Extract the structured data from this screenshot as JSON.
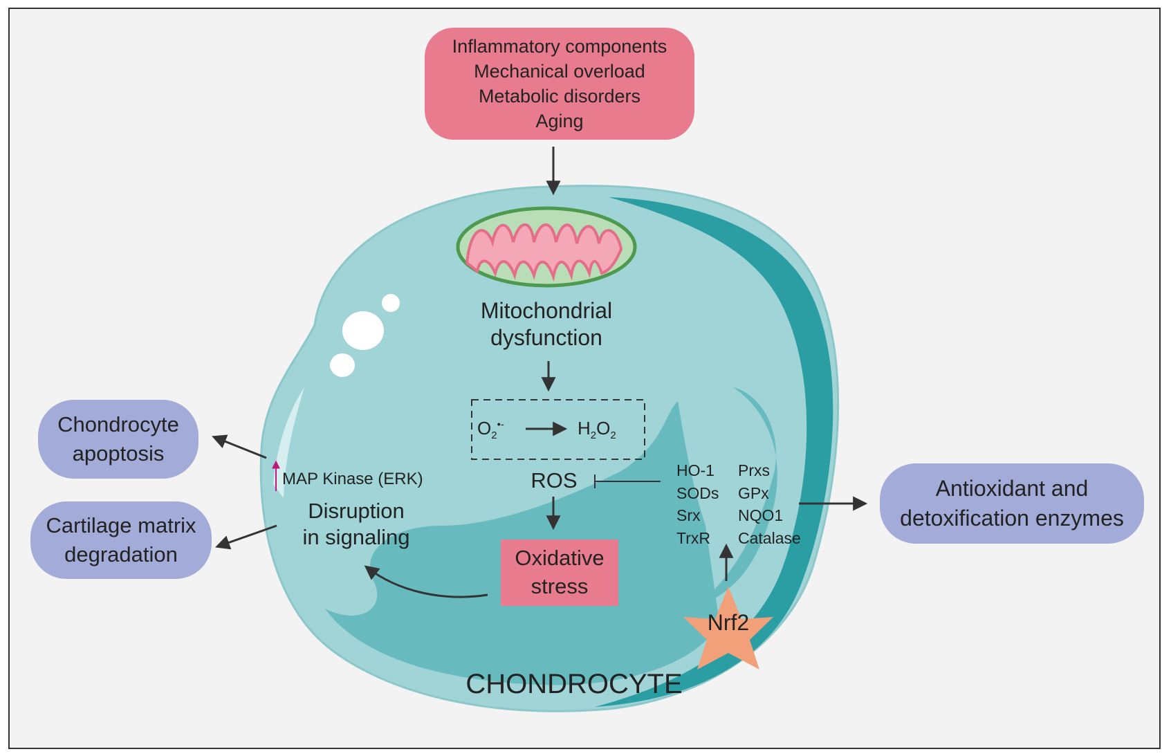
{
  "causes": {
    "lines": [
      "Inflammatory components",
      "Mechanical overload",
      "Metabolic disorders",
      "Aging"
    ]
  },
  "mitochondria": {
    "line1": "Mitochondrial",
    "line2": "dysfunction"
  },
  "ros_box": {
    "left": "O",
    "left_sub": "2",
    "left_sup": "•-",
    "right_h": "H",
    "right_sub1": "2",
    "right_o": "O",
    "right_sub2": "2"
  },
  "ros": {
    "label": "ROS"
  },
  "oxidative_stress": {
    "line1": "Oxidative",
    "line2": "stress"
  },
  "signaling": {
    "map_kinase": "MAP Kinase (ERK)",
    "line1": "Disruption",
    "line2": "in signaling"
  },
  "outcomes": {
    "apoptosis": {
      "line1": "Chondrocyte",
      "line2": "apoptosis"
    },
    "matrix": {
      "line1": "Cartilage matrix",
      "line2": "degradation"
    }
  },
  "enzymes": {
    "left": [
      "HO-1",
      "SODs",
      "Srx",
      "TrxR"
    ],
    "right": [
      "Prxs",
      "GPx",
      "NQO1",
      "Catalase"
    ]
  },
  "antioxidant": {
    "line1": "Antioxidant and",
    "line2": "detoxification enzymes"
  },
  "nrf2": {
    "label": "Nrf2"
  },
  "cell": {
    "label": "CHONDROCYTE"
  },
  "colors": {
    "cell_light": "#a0d4d6",
    "cell_mid": "#67babd",
    "cell_dark": "#2a9ea3",
    "pink": "#e97b8f",
    "blue_pill": "#a3abd9",
    "star": "#f2a07a",
    "arrow": "#333333",
    "up_arrow": "#c0157a"
  }
}
